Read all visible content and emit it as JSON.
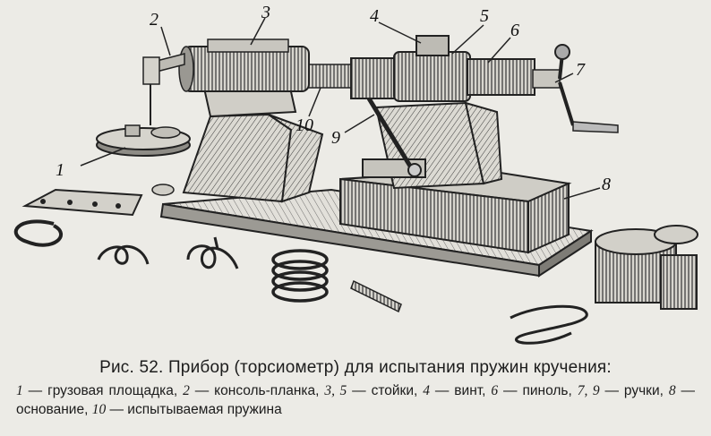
{
  "figure": {
    "labels": {
      "l1": "1",
      "l2": "2",
      "l3": "3",
      "l4": "4",
      "l5": "5",
      "l6": "6",
      "l7": "7",
      "l8": "8",
      "l9": "9",
      "l10": "10"
    }
  },
  "caption": {
    "title": "Рис. 52. Прибор (торсиометр) для испытания пружин кручения:",
    "items": [
      {
        "num": "1",
        "text": " — грузовая площадка, "
      },
      {
        "num": "2",
        "text": " — консоль-планка, "
      },
      {
        "num": "3, 5",
        "text": " — стойки, "
      },
      {
        "num": "4",
        "text": " — винт, "
      },
      {
        "num": "6",
        "text": " — пиноль, "
      },
      {
        "num": "7, 9",
        "text": " — ручки, "
      },
      {
        "num": "8",
        "text": " — основание, "
      },
      {
        "num": "10",
        "text": " — испытываемая пружина"
      }
    ]
  }
}
